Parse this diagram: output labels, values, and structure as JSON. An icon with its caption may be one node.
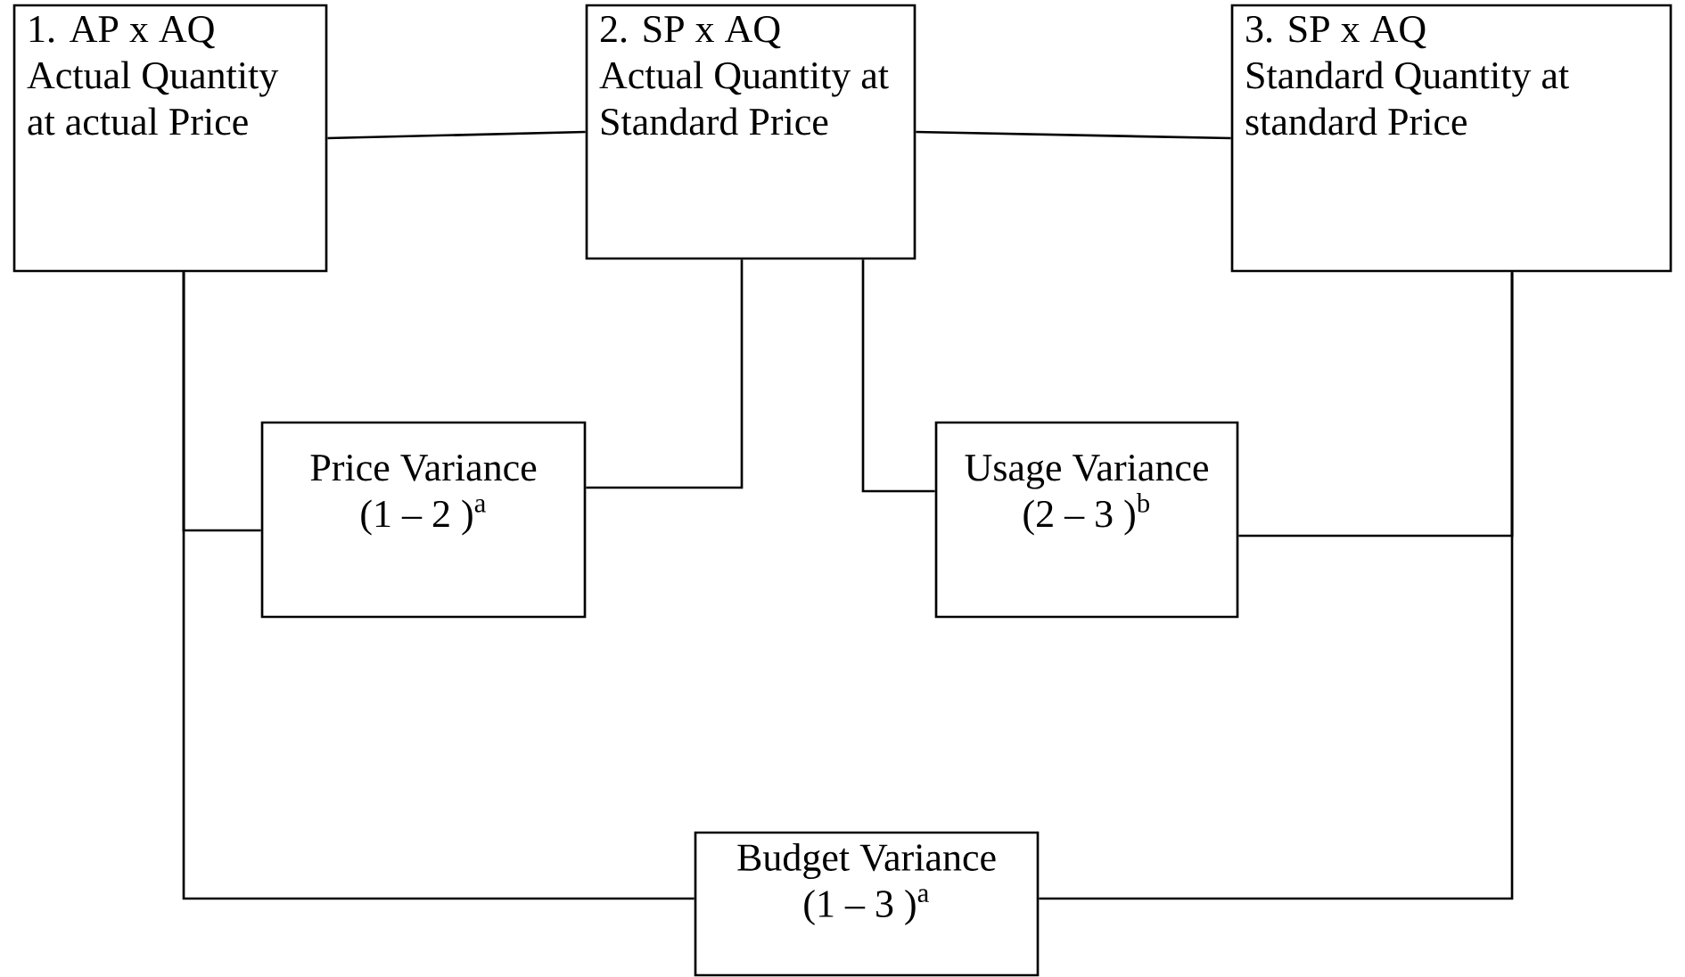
{
  "diagram": {
    "nodes": [
      {
        "text": [
          "1. AP x AQ",
          "Actual Quantity at actual Price"
        ]
      },
      {
        "text": [
          "2. SP x AQ",
          "Actual Quantity at Standard Price"
        ]
      },
      {
        "text": [
          "3. SP x AQ",
          "Standard Quantity at standard Price"
        ]
      },
      {
        "text": [
          "Price Variance",
          "(1 – 2 )$^{a}$"
        ]
      },
      {
        "text": [
          "Usage Variance",
          "(2 – 3 )$^{b}$"
        ]
      },
      {
        "text": [
          "Budget Variance",
          "(1 – 3 )$^{a}$"
        ]
      }
    ],
    "edges": [
      {
        "from": 0,
        "to": 1,
        "arrow": "none"
      },
      {
        "from": 1,
        "to": 2,
        "arrow": "none"
      },
      {
        "from": 0,
        "to": 3,
        "arrow": "none"
      },
      {
        "from": 1,
        "to": 3,
        "arrow": "none"
      },
      {
        "from": 1,
        "to": 4,
        "arrow": "none"
      },
      {
        "from": 2,
        "to": 4,
        "arrow": "none"
      },
      {
        "from": 0,
        "to": 5,
        "arrow": "none"
      },
      {
        "from": 2,
        "to": 5,
        "arrow": "none"
      }
    ]
  }
}
